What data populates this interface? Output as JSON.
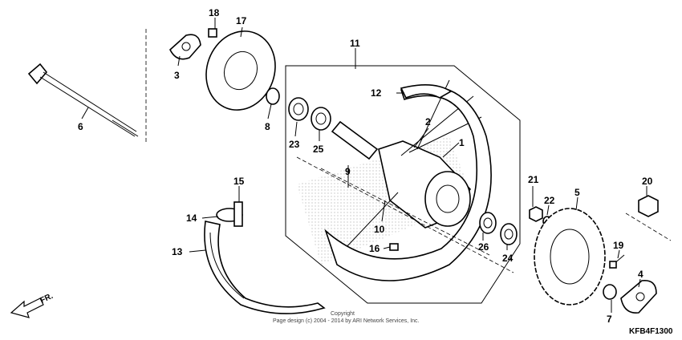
{
  "callouts": [
    "1",
    "2",
    "3",
    "4",
    "5",
    "6",
    "7",
    "8",
    "9",
    "10",
    "11",
    "12",
    "13",
    "14",
    "15",
    "16",
    "17",
    "18",
    "19",
    "20",
    "21",
    "22",
    "23",
    "24",
    "25",
    "26"
  ],
  "direction_label": "FR.",
  "diagram_code": "KFB4F1300",
  "copyright_line1": "Copyright",
  "copyright_line2": "Page design (c) 2004 - 2014 by ARI Network Services, Inc."
}
